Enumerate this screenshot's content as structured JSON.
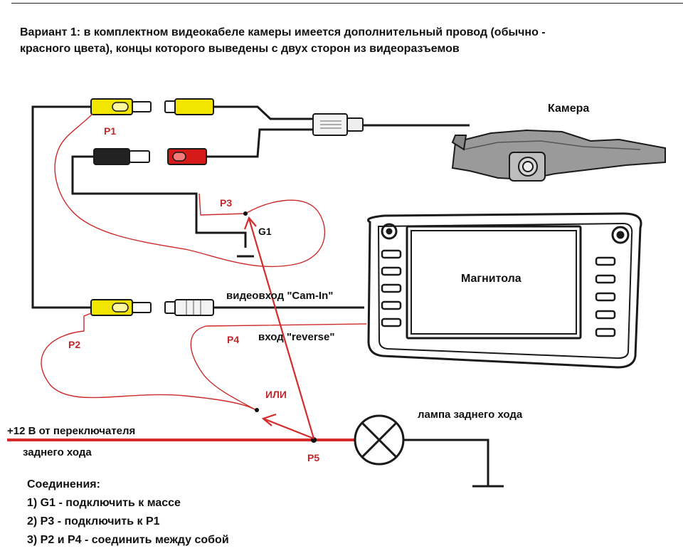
{
  "heading_line1": "Вариант 1: в комплектном видеокабеле камеры имеется дополнительный провод (обычно -",
  "heading_line2": "красного цвета), концы которого выведены с двух сторон из видеоразъемов",
  "labels": {
    "camera": "Камера",
    "radio": "Магнитола",
    "p1": "P1",
    "p2": "P2",
    "p3": "P3",
    "p4": "P4",
    "p5": "P5",
    "g1": "G1",
    "video_in": "видеовход \"Cam-In\"",
    "reverse_in": "вход \"reverse\"",
    "or": "ИЛИ",
    "lamp": "лампа заднего хода",
    "power_line1": "+12 В от переключателя",
    "power_line2": "заднего хода"
  },
  "connections": {
    "title": "Соединения:",
    "items": [
      "1) G1 - подключить к массе",
      "2) P3 - подключить к P1",
      "3) P2 и P4 - соединить между собой"
    ]
  },
  "colors": {
    "red": "#d42a2a",
    "red_wire": "#cc2b2b",
    "black": "#1a1a1a",
    "yellow": "#f2e600",
    "rca_red": "#d61a1a",
    "label_red": "#c0282a"
  }
}
